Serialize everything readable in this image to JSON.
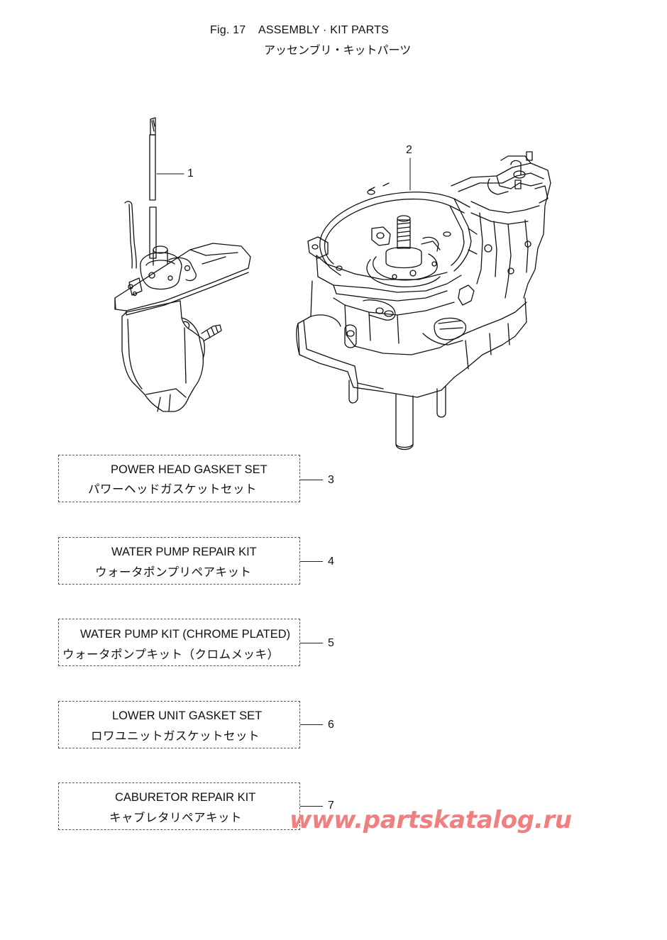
{
  "header": {
    "fig_label": "Fig. 17",
    "title_en": "ASSEMBLY · KIT PARTS",
    "title_jp": "アッセンブリ・キットパーツ"
  },
  "callouts": {
    "part1": "1",
    "part2": "2"
  },
  "kits": [
    {
      "num": "3",
      "en": "POWER HEAD GASKET SET",
      "jp": "パワーヘッドガスケットセット"
    },
    {
      "num": "4",
      "en": "WATER PUMP REPAIR KIT",
      "jp": "ウォータポンプリペアキット"
    },
    {
      "num": "5",
      "en": "WATER PUMP KIT (CHROME PLATED)",
      "jp": "ウォータポンプキット（クロムメッキ）"
    },
    {
      "num": "6",
      "en": "LOWER UNIT GASKET SET",
      "jp": "ロワユニットガスケットセット"
    },
    {
      "num": "7",
      "en": "CABURETOR REPAIR KIT",
      "jp": "キャブレタリペアキット"
    }
  ],
  "watermark": "www.partskatalog.ru",
  "colors": {
    "watermark": "#f08080",
    "line": "#111111"
  }
}
